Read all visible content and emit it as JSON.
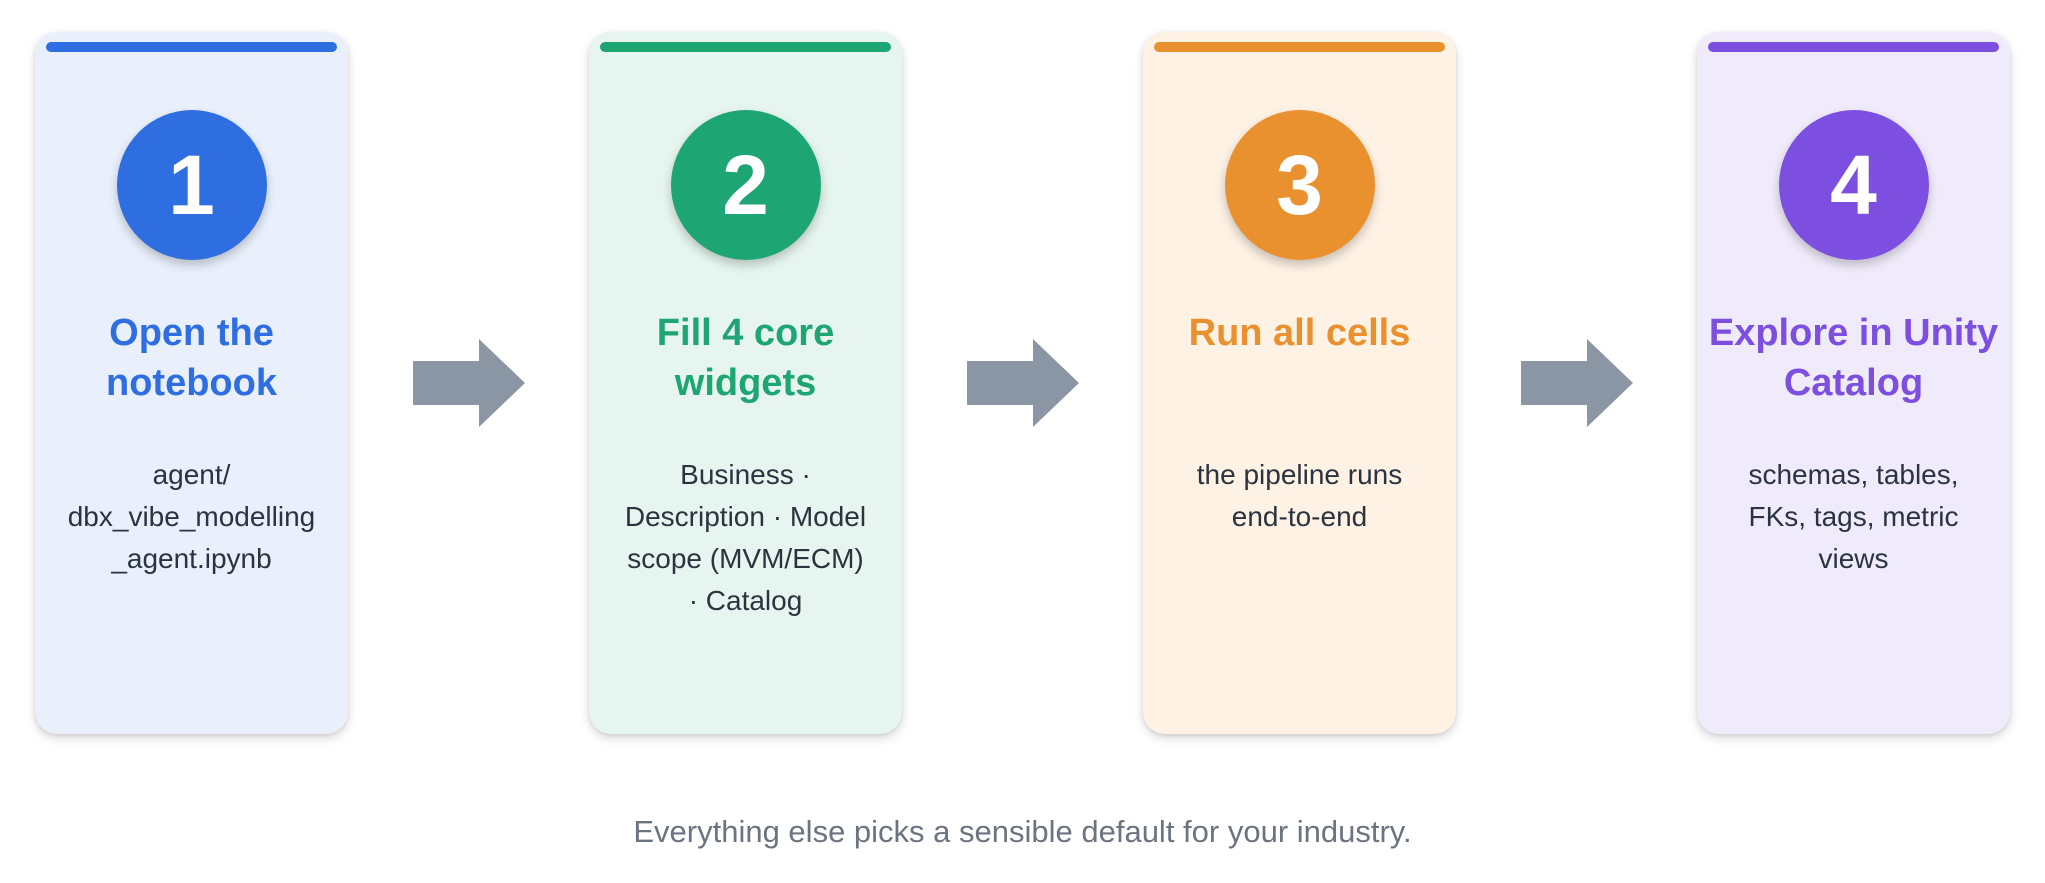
{
  "steps": [
    {
      "number": "1",
      "title": "Open the notebook",
      "description": "agent/ dbx_vibe_modelling_agent.ipynb",
      "accent": "#2f6ee0",
      "background": "#e9f0fc"
    },
    {
      "number": "2",
      "title": "Fill 4 core widgets",
      "description": "Business · Description · Model scope (MVM/ECM) · Catalog",
      "accent": "#1da673",
      "background": "#e6f5ef"
    },
    {
      "number": "3",
      "title": "Run all cells",
      "description": "the pipeline runs end-to-end",
      "accent": "#e8912e",
      "background": "#fef2e4"
    },
    {
      "number": "4",
      "title": "Explore in Unity Catalog",
      "description": "schemas, tables, FKs, tags, metric views",
      "accent": "#7c4fe0",
      "background": "#f0ebfb"
    }
  ],
  "arrow_color": "#8a96a3",
  "footer": "Everything else picks a sensible default for your industry."
}
